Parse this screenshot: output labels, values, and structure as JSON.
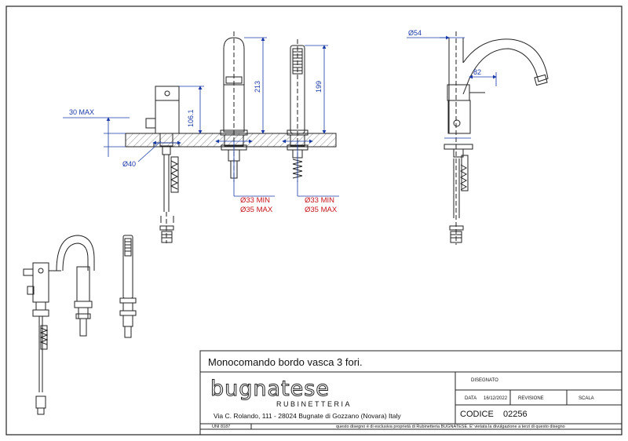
{
  "dimensions": {
    "max30": "30 MAX",
    "d106": "106.1",
    "d213": "213",
    "d199": "199",
    "dia40": "Ø40",
    "dia54": "Ø54",
    "r82": "82",
    "min33a": "Ø33 MIN",
    "max35a": "Ø35 MAX",
    "min33b": "Ø33 MIN",
    "max35b": "Ø35 MAX"
  },
  "title_block": {
    "title": "Monocomando bordo vasca 3 fori.",
    "brand": "bugnatese",
    "brand_sub": "RUBINETTERIA",
    "address": "Via C. Rolando, 111 - 28024 Bugnate di Gozzano (Novara) Italy",
    "disegnato_label": "DISEGNATO",
    "data_label": "DATA",
    "data_value": "16/12/2022",
    "revisione_label": "REVISIONE",
    "scala_label": "SCALA",
    "codice_label": "CODICE",
    "codice_value": "02256",
    "uni": "UNI 8187",
    "notice": "questo disegno è di esclusiva proprietà di Rubinetteria BUGNATESE. E' vietata la divulgazione a terzi di questo disegno"
  },
  "colors": {
    "dimension": "#1a3aa8",
    "dimension_red": "#c8141c",
    "outline": "#222222"
  }
}
